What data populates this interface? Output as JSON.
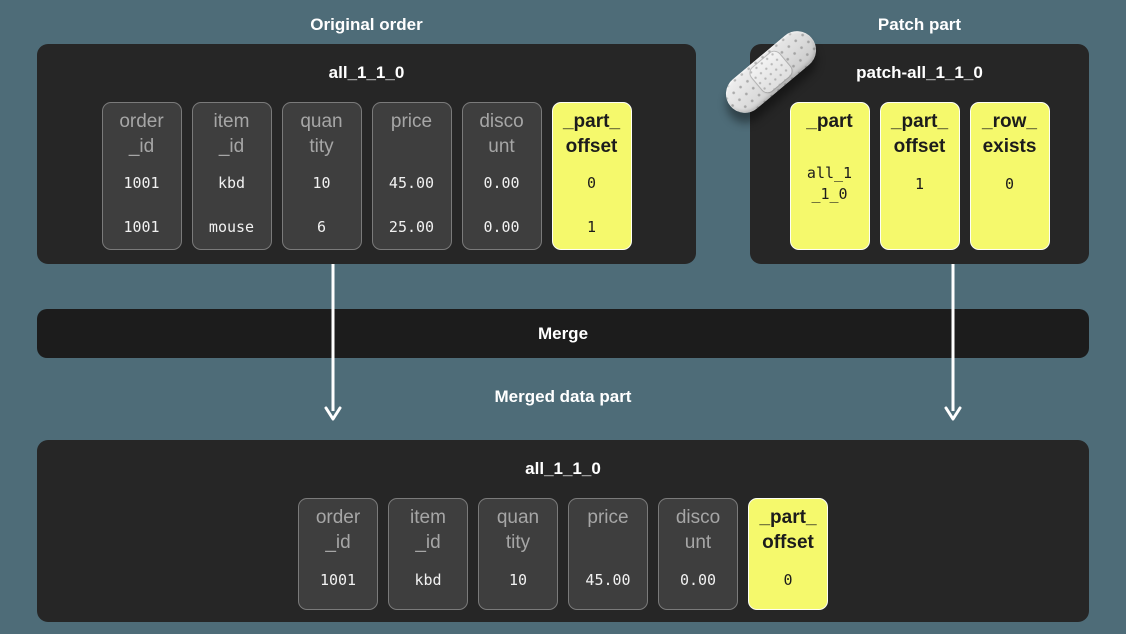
{
  "colors": {
    "background": "#4e6c78",
    "panel": "#262626",
    "merge_bar": "#1c1c1c",
    "column_bg": "#3e3e3e",
    "column_border": "#7a7a7a",
    "header_text": "#a6a6a6",
    "value_text": "#f1f1f1",
    "accent_yellow": "#f5f96c",
    "yellow_border": "#fdfef3",
    "yellow_text": "#1c1c1c",
    "label_text": "#ffffff",
    "arrow": "#ffffff"
  },
  "labels": {
    "original_order": "Original order",
    "patch_part": "Patch part",
    "merge": "Merge",
    "merged_data_part": "Merged data part"
  },
  "original_table": {
    "title": "all_1_1_0",
    "columns": [
      {
        "header": "order\n_id",
        "values": [
          "1001",
          "1001"
        ],
        "highlight": false
      },
      {
        "header": "item\n_id",
        "values": [
          "kbd",
          "mouse"
        ],
        "highlight": false
      },
      {
        "header": "quan\ntity",
        "values": [
          "10",
          "6"
        ],
        "highlight": false
      },
      {
        "header": "price",
        "values": [
          "45.00",
          "25.00"
        ],
        "highlight": false
      },
      {
        "header": "disco\nunt",
        "values": [
          "0.00",
          "0.00"
        ],
        "highlight": false
      },
      {
        "header": "_part_\noffset",
        "values": [
          "0",
          "1"
        ],
        "highlight": true
      }
    ]
  },
  "patch_table": {
    "title": "patch-all_1_1_0",
    "columns": [
      {
        "header": "_part",
        "values": [
          "all_1\n_1_0"
        ],
        "highlight": true
      },
      {
        "header": "_part_\noffset",
        "values": [
          "1"
        ],
        "highlight": true
      },
      {
        "header": "_row_\nexists",
        "values": [
          "0"
        ],
        "highlight": true
      }
    ]
  },
  "merged_table": {
    "title": "all_1_1_0",
    "columns": [
      {
        "header": "order\n_id",
        "values": [
          "1001"
        ],
        "highlight": false
      },
      {
        "header": "item\n_id",
        "values": [
          "kbd"
        ],
        "highlight": false
      },
      {
        "header": "quan\ntity",
        "values": [
          "10"
        ],
        "highlight": false
      },
      {
        "header": "price",
        "values": [
          "45.00"
        ],
        "highlight": false
      },
      {
        "header": "disco\nunt",
        "values": [
          "0.00"
        ],
        "highlight": false
      },
      {
        "header": "_part_\noffset",
        "values": [
          "0"
        ],
        "highlight": true
      }
    ]
  }
}
